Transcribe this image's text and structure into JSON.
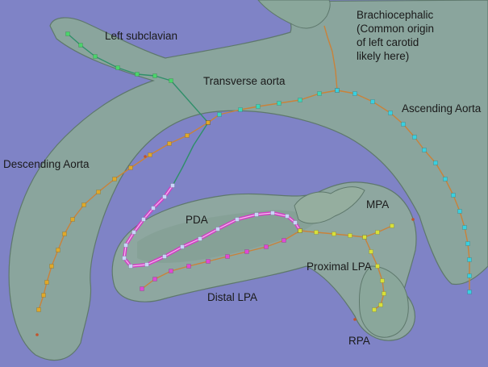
{
  "colors": {
    "background": "#7f83c6",
    "vessel_fill": "#8aa79b",
    "vessel_edge": "#5e786c",
    "centerline_green": "#2f8f6a",
    "centerline_orange": "#c9823a",
    "centerline_magenta": "#d43bc7",
    "marker_green": "#4ad46a",
    "marker_teal": "#3ad6b8",
    "marker_cyan": "#38d0e0",
    "marker_orange": "#e0a828",
    "marker_yellow": "#d8e038",
    "marker_magenta": "#e048d4",
    "marker_lavender": "#c8d4f8"
  },
  "labels": {
    "left_subclavian": "Left subclavian",
    "transverse_aorta": "Transverse aorta",
    "brachiocephalic_line1": "Brachiocephalic",
    "brachiocephalic_line2": "(Common origin",
    "brachiocephalic_line3": "of left carotid",
    "brachiocephalic_line4": "likely here)",
    "ascending_aorta": "Ascending Aorta",
    "descending_aorta": "Descending Aorta",
    "pda": "PDA",
    "mpa": "MPA",
    "proximal_lpa": "Proximal LPA",
    "distal_lpa": "Distal LPA",
    "rpa": "RPA"
  }
}
